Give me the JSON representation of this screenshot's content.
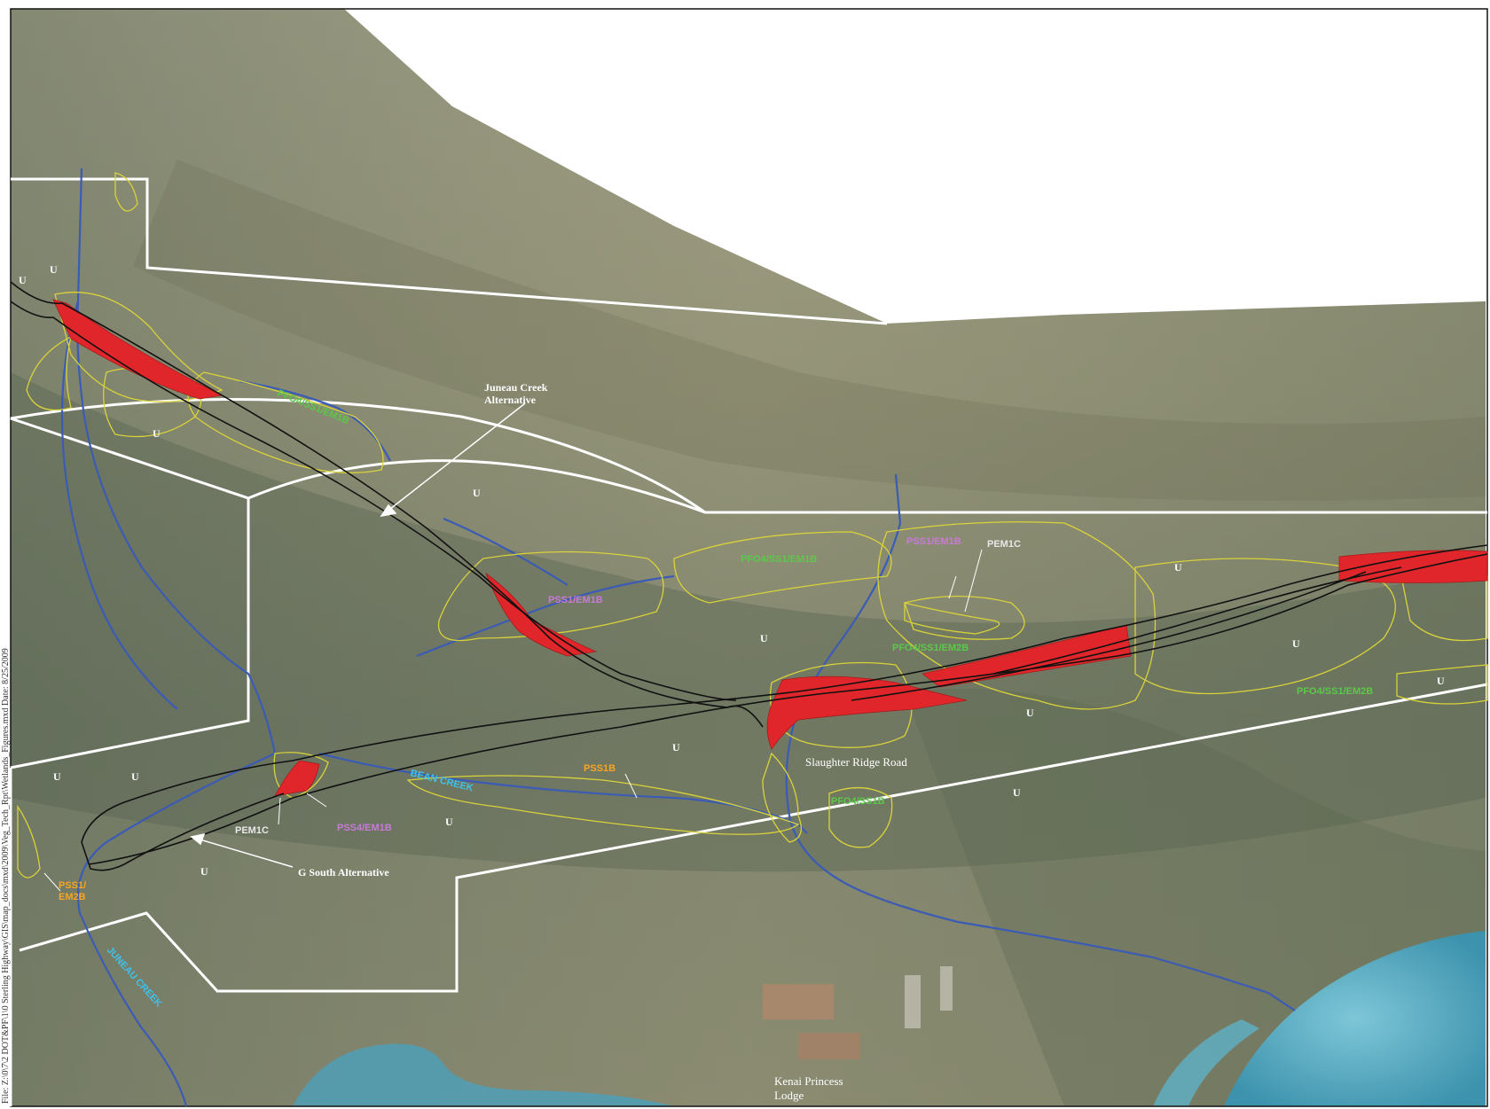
{
  "colors": {
    "background_aerial": "#8c8f74",
    "boundary": "#ffffff",
    "stream": "#3b5bb5",
    "wetland_outline": "#d9d23a",
    "alignment_fill": "#e0262a",
    "alignment_line": "#111111",
    "label_green": "#5cc84a",
    "label_purple": "#c77ad8",
    "label_orange": "#f5a623",
    "label_white": "#e8e8e8",
    "label_water": "#3fc2ea",
    "lake": "#4aa6c1"
  },
  "map": {
    "file_note": "File: Z:\\0\\7\\2 DOT&PF\\1\\0 Sterling Highway\\GIS\\map_docs\\mxd\\2009\\Veg_Tech_Rpt\\Wetlands_Figures.mxd  Date: 8/25/2009",
    "callouts": {
      "juneau_alt": "Juneau Creek Alternative",
      "juneau_alt_line1": "Juneau Creek",
      "juneau_alt_line2": "Alternative",
      "g_south": "G South Alternative",
      "slaughter_ridge": "Slaughter Ridge Road",
      "kenai_line1": "Kenai Princess",
      "kenai_line2": "Lodge"
    },
    "streams": {
      "bean_creek": "BEAN CREEK",
      "juneau_creek": "JUNEAU CREEK"
    },
    "wetland_labels": {
      "pfo_em1b_a": "PFO4/SS1/EM1B",
      "pfo_em1b_b": "PFO4/SS1/EM1B",
      "pss1_em1b_a": "PSS1/EM1B",
      "pss1_em1b_b": "PSS1/EM1B",
      "pem1c_a": "PEM1C",
      "pem1c_b": "PEM1C",
      "pfo_em2b_a": "PFO4/SS1/EM2B",
      "pfo_em2b_b": "PFO4/SS1/EM2B",
      "pss1b": "PSS1B",
      "pfo_ss1b": "PFO4/SS1B",
      "pss4_em1b": "PSS4/EM1B",
      "pss1_em2b_line1": "PSS1/",
      "pss1_em2b_line2": "EM2B"
    },
    "upland_code": "U"
  }
}
